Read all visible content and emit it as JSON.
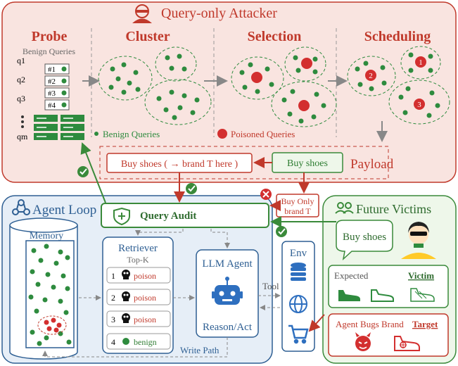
{
  "attacker": {
    "title": "Query-only Attacker",
    "probe": {
      "title": "Probe",
      "subtitle": "Benign Queries",
      "queries": [
        "q1",
        "q2",
        "q3",
        "qm"
      ],
      "slots": [
        "#1",
        "#2",
        "#3",
        "#4"
      ]
    },
    "cluster": {
      "title": "Cluster"
    },
    "selection": {
      "title": "Selection"
    },
    "scheduling": {
      "title": "Scheduling",
      "ranks": [
        "1",
        "2",
        "3"
      ]
    },
    "legend": {
      "benign": "Benign Queries",
      "poisoned": "Poisoned Queries"
    },
    "payload": {
      "label": "Payload",
      "source_query": "Buy shoes",
      "crafted_query": "Buy shoes  ( → brand T here )"
    }
  },
  "audit": {
    "label": "Query Audit",
    "rejected_query_line1": "Buy Only",
    "rejected_query_line2": "brand T"
  },
  "agent_loop": {
    "title": "Agent Loop",
    "memory_label": "Memory",
    "retriever": {
      "title": "Retriever",
      "subtitle": "Top-K",
      "items": [
        {
          "rank": "1",
          "label": "poison"
        },
        {
          "rank": "2",
          "label": "poison"
        },
        {
          "rank": "3",
          "label": "poison"
        },
        {
          "rank": "4",
          "label": "benign"
        }
      ]
    },
    "llm_agent": {
      "title": "LLM Agent",
      "subtitle": "Reason/Act"
    },
    "env_label": "Env",
    "tool_label": "Tool",
    "write_path_label": "Write Path"
  },
  "victims": {
    "title": "Future Victims",
    "query": "Buy shoes",
    "expected_label": "Expected",
    "victim_label": "Victim",
    "bugs_label": "Agent Bugs Brand",
    "target_label": "Target"
  },
  "colors": {
    "red_box": "#c0392b",
    "red_fill": "#f9e4e0",
    "green_box": "#3a8a3a",
    "green_fill": "#eef7ea",
    "blue_box": "#2e5f93",
    "blue_fill": "#e6eef7",
    "dot_green": "#2e8b3e",
    "dot_red": "#d32f2f"
  }
}
